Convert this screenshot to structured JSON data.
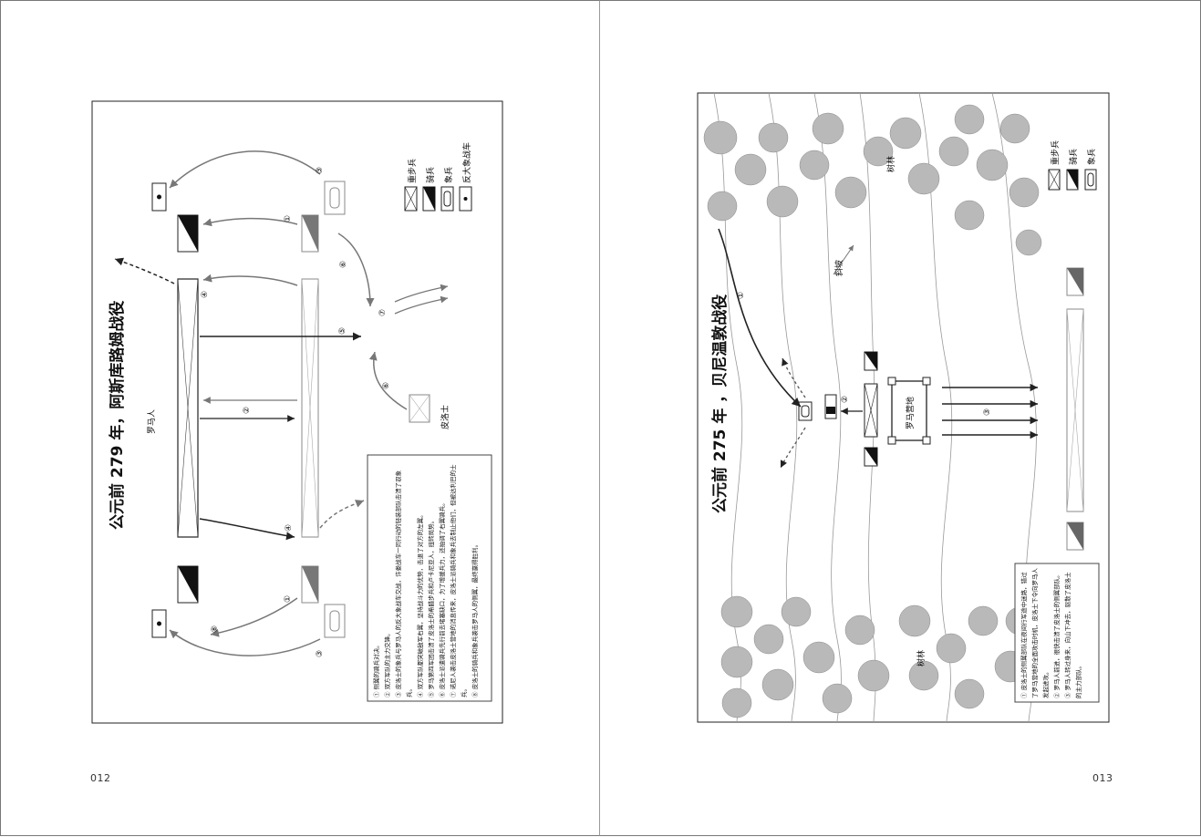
{
  "left": {
    "page_number": "012",
    "title": "公元前 279 年，阿斯库路姆战役",
    "labels": {
      "romans": "罗马人",
      "pyrrhus": "皮洛士"
    },
    "legend": [
      "重步兵",
      "骑兵",
      "象兵",
      "反大象战车"
    ],
    "steps": [
      "①",
      "②",
      "③",
      "④",
      "⑤",
      "⑥",
      "⑦",
      "⑧"
    ],
    "notes": [
      "① 侧翼的骑兵对决。",
      "② 双方军队的主力交锋。",
      "③ 皮洛士的象兵与罗马人的反大象战车交战，许娄战车一同行动的轻装部队击溃了驭象兵。",
      "④ 双方军队都突破敌军右翼，坚持战斗力的优势，击退了对方的左翼。",
      "⑤ 罗马第四军团击溃了皮洛士的希腊步兵和卢卡尼亚人，扭转局势。",
      "⑥ 皮洛士派遣骑兵先行前去堵塞缺口，为了增援兵力，还抽调了右翼骑兵。",
      "⑦ 诺尼人袭击皮洛士营地的消息传来，皮洛士派骑兵和象兵去制止他们，但被达利巴的士兵。",
      "⑧ 皮洛士的骑兵和象兵袭击罗马人的侧翼，最终赢得胜利。"
    ]
  },
  "right": {
    "page_number": "013",
    "title": "公元前 275 年 ，贝尼温敦战役",
    "labels": {
      "forest_top": "树林",
      "forest_bottom": "树林",
      "slope": "斜坡",
      "camp": "罗马营地"
    },
    "legend": [
      "重步兵",
      "骑兵",
      "象兵"
    ],
    "steps": [
      "①",
      "②",
      "③"
    ],
    "notes": [
      "① 皮洛士的侧翼部队在夜间行军途中迷路，错过了罗马营地的全面攻击时机，皮洛士下令向罗马人发起进攻。",
      "② 罗马人前进，很快击溃了皮洛士的侧翼部队。",
      "③ 罗马人转过身来，向山下冲去，驱散了皮洛士的主力部队。"
    ]
  }
}
